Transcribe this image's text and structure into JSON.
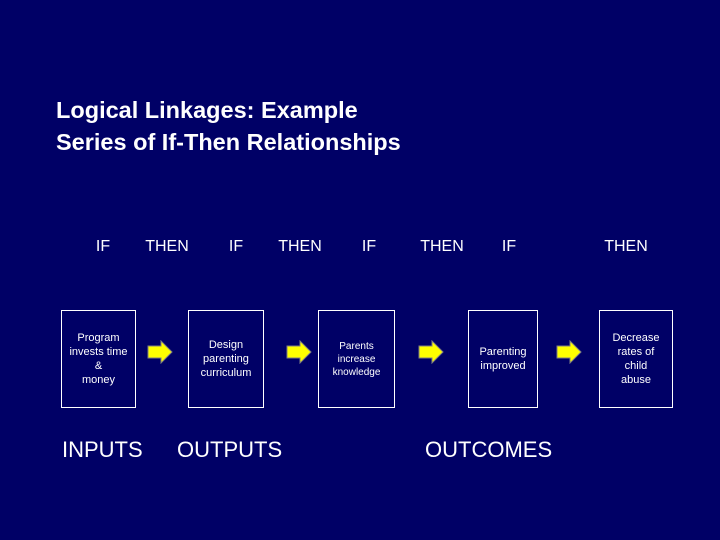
{
  "title": {
    "line1": "Logical Linkages: Example",
    "line2": "Series of If-Then Relationships"
  },
  "conditions": [
    "IF",
    "THEN",
    "IF",
    "THEN",
    "IF",
    "THEN",
    "IF",
    "THEN"
  ],
  "boxes": [
    {
      "lines": [
        "Program",
        "invests time",
        "&",
        "money"
      ]
    },
    {
      "lines": [
        "Design",
        "parenting",
        "curriculum"
      ]
    },
    {
      "lines": [
        "Parents",
        "increase",
        "knowledge"
      ]
    },
    {
      "lines": [
        "Parenting",
        "improved"
      ]
    },
    {
      "lines": [
        "Decrease",
        "rates of",
        "child",
        "abuse"
      ]
    }
  ],
  "stages": {
    "inputs": "INPUTS",
    "outputs": "OUTPUTS",
    "outcomes": "OUTCOMES"
  },
  "colors": {
    "background": "#000066",
    "text": "#ffffff",
    "arrow_fill": "#ffff00",
    "arrow_stroke": "#808080"
  }
}
